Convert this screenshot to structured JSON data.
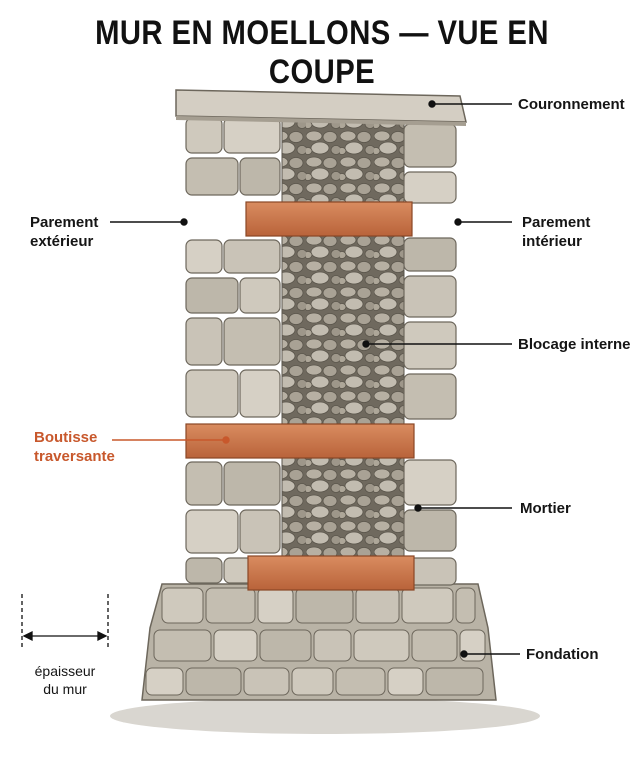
{
  "title": "MUR EN MOELLONS — VUE EN COUPE",
  "labels": {
    "couronnement": "Couronnement",
    "parement_exterieur_1": "Parement",
    "parement_exterieur_2": "extérieur",
    "parement_interieur_1": "Parement",
    "parement_interieur_2": "intérieur",
    "blocage_interne": "Blocage interne",
    "boutisse_1": "Boutisse",
    "boutisse_2": "traversante",
    "mortier": "Mortier",
    "fondation": "Fondation",
    "epaisseur_1": "épaisseur",
    "epaisseur_2": "du mur"
  },
  "colors": {
    "stone": "#c9c3b7",
    "stone_dark": "#9f988b",
    "rubble": "#8f887b",
    "boutisse": "#cd7a4e",
    "accent_text": "#c8582c"
  }
}
